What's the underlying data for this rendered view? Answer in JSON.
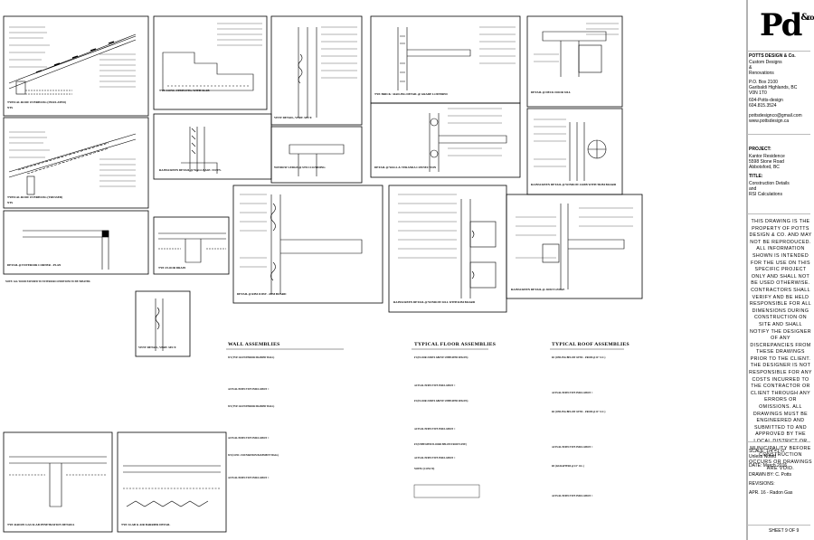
{
  "logo": {
    "mark": "Pd",
    "amp": "&",
    "co": "co"
  },
  "firm": {
    "name": "POTTS DESIGN & Co.",
    "tagline": "Custom Designs\n&\nRenovations",
    "address": "P.O. Box 2100\nGaribaldi Highlands, BC\nV0N 1T0",
    "phone": "604-Potts-design\n604.815.3524",
    "email": "pottsdesignco@gmail.com\nwww.pottsdesign.ca"
  },
  "project": {
    "label": "PROJECT:",
    "value": "Kantor Residence\n5598 Stone Road\nAbbotsford, BC"
  },
  "title_block": {
    "label": "TITLE:",
    "value": "Construction Details\nand\nRSI Calculations"
  },
  "disclaimer": "This drawing is the property of Potts Design & Co. and may not be reproduced. All information shown is intended for the use on this specific project only and shall not be used otherwise. Contractors shall verify and be held responsible for all dimensions during construction on site and shall notify the designer of any discrepancies from these drawings prior to the client. The designer is not responsible for any costs incurred to the contractor or client through any errors or omissions. All drawings must be engineered and submitted to and approved by the local district or municipality before construction occurs or drawings are void.",
  "meta": {
    "scale": "SCALE: 1/4\"=1'-0\"\nUnless Noted",
    "date": "DATE: March 2016",
    "drawn": "DRAWN BY: C. Potts",
    "revisions_label": "REVISIONS:",
    "revision_1": "APR. 16 - Radon Gas",
    "sheet": "SHEET 9 OF 9"
  },
  "details": {
    "roof_insulated": "TYPICAL ROOF OVERHANG (INSULATED)",
    "roof_trussed": "TYPICAL ROOF OVERHANG (TRUSSED)",
    "conc_steps": "TYP. CONC. STEPS FTG. WITH SLAB",
    "vent_wall": "VENT DETAIL, VERT. SECT.",
    "rainscreen_wall": "RAINSCREEN DETAIL @ WALL BASE / FOTN.",
    "window_ledge": "WINDOW LEDGE @ STUCCO/SIDING",
    "brick_railing": "TYP. BRICK / RAILING DETAIL @ GRADE LOWERED",
    "veranda": "DETAIL @ WALL & VERANDA CONNECTION",
    "door_sill": "DETAIL @ DECK DOOR SILL",
    "rainscreen_window": "RAINSCREEN DETAIL @ WINDOW JAMB WITH TRIM BOARD",
    "exterior_corner": "DETAIL @ EXTERIOR CORNER - PLAN",
    "floor_drain": "TYP. FLOOR DRAIN",
    "rim_joist": "DETAIL @ RIM JOIST - RIM BOARD",
    "window_sill": "RAINSCREEN DETAIL @ WINDOW SILL WITH RIM BOARD",
    "rainscreen_joist": "RAINSCREEN DETAIL @ JOIST LEDGE",
    "vent_wall_2": "VENT DETAIL, VERT. SECT.",
    "radon": "TYP. RADON GAS SLAB PENETRATION DETAILS",
    "slab_barrier": "TYP. SLAB & AIR BARRIER DETAIL",
    "nts": "NTS"
  },
  "notes_heading": "NOTE: ALL WOOD EXPOSED TO EXTERIOR CONDITIONS TO BE TREATED.",
  "schedules": {
    "wall": {
      "title": "WALL ASSEMBLIES",
      "items": [
        {
          "code": "W1",
          "name": "TYP. 2x6 EXTERIOR FRAMED WALL",
          "total": "ACTUAL EFFECTIVE INSULATION ="
        },
        {
          "code": "W2",
          "name": "TYP. 2x6 EXTERIOR FRAMED WALL",
          "total": "ACTUAL EFFECTIVE INSULATION ="
        },
        {
          "code": "W3",
          "name": "CONC. FOUNDATION BASEMENT WALL",
          "total": "ACTUAL EFFECTIVE INSULATION ="
        }
      ]
    },
    "floor": {
      "title": "TYPICAL FLOOR ASSEMBLIES",
      "items": [
        {
          "code": "F1",
          "name": "FLOOR JOISTS ABOVE UNHEATED SPACES",
          "total": "ACTUAL EFFECTIVE INSULATION ="
        },
        {
          "code": "F2",
          "name": "FLOOR JOISTS ABOVE UNHEATED SPACES",
          "total": "ACTUAL EFFECTIVE INSULATION ="
        },
        {
          "code": "F3",
          "name": "UNHEATED FLOORS BELOW FROST LINE",
          "total": "ACTUAL EFFECTIVE INSULATION ="
        }
      ],
      "notes_title": "NOTES: (CONC'D)"
    },
    "roof": {
      "title": "TYPICAL ROOF ASSEMBLIES",
      "items": [
        {
          "code": "R1",
          "name": "CEILING BELOW ATTIC - FROM @ 24\" O.C.",
          "total": "ACTUAL EFFECTIVE INSULATION ="
        },
        {
          "code": "R2",
          "name": "CEILING BELOW ATTIC - FROM @ 24\" O.C.",
          "total": "ACTUAL EFFECTIVE INSULATION ="
        },
        {
          "code": "R3",
          "name": "2x6 RAFTERS @ 24\" O.C.",
          "total": "ACTUAL EFFECTIVE INSULATION ="
        }
      ]
    }
  }
}
